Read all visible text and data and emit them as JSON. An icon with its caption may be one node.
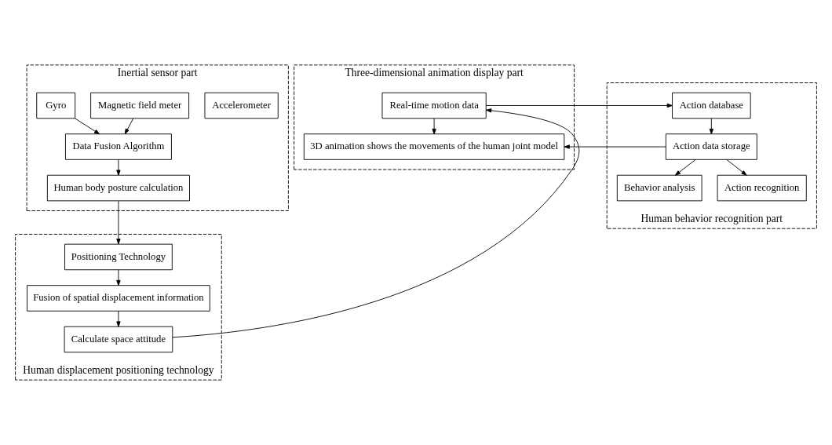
{
  "diagram": {
    "nodes": [
      {
        "text": [
          "Inertial sensor part"
        ]
      },
      {
        "text": [
          "Accelerometer"
        ],
        "in": 0
      },
      {
        "text": [
          "Magnetic field meter"
        ],
        "in": 0
      },
      {
        "text": [
          "Gyro"
        ],
        "in": 0
      },
      {
        "text": [
          "Data Fusion Algorithm"
        ],
        "in": 0
      },
      {
        "text": [
          "Human body posture calculation"
        ],
        "in": 0
      },
      {
        "text": [
          "Human displacement positioning technology"
        ]
      },
      {
        "text": [
          "Positioning Technology"
        ],
        "in": 6
      },
      {
        "text": [
          "Fusion of spatial displacement information"
        ],
        "in": 6
      },
      {
        "text": [
          "Calculate space attitude"
        ],
        "in": 6
      },
      {
        "text": [
          "Three-dimensional animation display part"
        ]
      },
      {
        "text": [
          "Real-time motion data"
        ],
        "in": 10
      },
      {
        "text": [
          "3D animation shows the movements of the human joint model"
        ],
        "in": 10
      },
      {
        "text": [
          "Human behavior recognition part"
        ]
      },
      {
        "text": [
          "Action database"
        ],
        "in": 13
      },
      {
        "text": [
          "Action data storage"
        ],
        "in": 13
      },
      {
        "text": [
          "Behavior analysis"
        ],
        "in": 13
      },
      {
        "text": [
          "Action recognition"
        ],
        "in": 13
      }
    ],
    "edges": [
      {
        "from": 2,
        "to": 4,
        "arrow": "to"
      },
      {
        "from": 3,
        "to": 4,
        "arrow": "to"
      },
      {
        "from": 4,
        "to": 5,
        "arrow": "to"
      },
      {
        "from": 5,
        "to": 7,
        "arrow": "to"
      },
      {
        "from": 7,
        "to": 8,
        "arrow": "to"
      },
      {
        "from": 8,
        "to": 9,
        "arrow": "to"
      },
      {
        "from": 9,
        "to": 11,
        "arrow": "to"
      },
      {
        "from": 11,
        "to": 12,
        "arrow": "to"
      },
      {
        "from": 11,
        "to": 14,
        "arrow": "to"
      },
      {
        "from": 14,
        "to": 15,
        "arrow": "to"
      },
      {
        "from": 15,
        "to": 12,
        "arrow": "to"
      },
      {
        "from": 15,
        "to": 16,
        "arrow": "to"
      },
      {
        "from": 15,
        "to": 17,
        "arrow": "to"
      }
    ]
  }
}
